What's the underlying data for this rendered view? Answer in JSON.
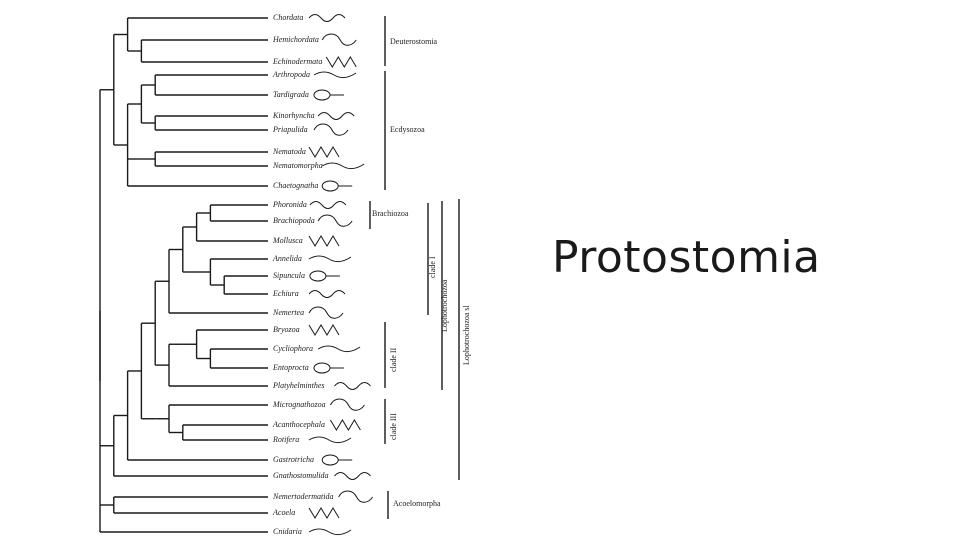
{
  "slide": {
    "title": "Protostomia"
  },
  "taxa": [
    {
      "name": "Chordata",
      "icon": "bat-icon"
    },
    {
      "name": "Hemichordata",
      "icon": "acorn-worm-icon"
    },
    {
      "name": "Echinodermata",
      "icon": "starfish-icon"
    },
    {
      "name": "Arthropoda",
      "icon": "arthropod-icon"
    },
    {
      "name": "Tardigrada",
      "icon": "tardigrade-icon"
    },
    {
      "name": "Kinorhyncha",
      "icon": "kinorhynch-icon"
    },
    {
      "name": "Priapulida",
      "icon": "priapulid-icon"
    },
    {
      "name": "Nematoda",
      "icon": "nematode-icon"
    },
    {
      "name": "Nematomorpha",
      "icon": "horsehair-worm-icon"
    },
    {
      "name": "Chaetognatha",
      "icon": "arrow-worm-icon"
    },
    {
      "name": "Phoronida",
      "icon": "phoronid-icon"
    },
    {
      "name": "Brachiopoda",
      "icon": "brachiopod-icon"
    },
    {
      "name": "Mollusca",
      "icon": "squid-icon"
    },
    {
      "name": "Annelida",
      "icon": "annelid-icon"
    },
    {
      "name": "Sipuncula",
      "icon": "sipunculid-icon"
    },
    {
      "name": "Echiura",
      "icon": "echiuran-icon"
    },
    {
      "name": "Nemertea",
      "icon": "ribbon-worm-icon"
    },
    {
      "name": "Bryozoa",
      "icon": "bryozoan-icon"
    },
    {
      "name": "Cycliophora",
      "icon": "cycliophoran-icon"
    },
    {
      "name": "Entoprocta",
      "icon": "entoproct-icon"
    },
    {
      "name": "Platyhelminthes",
      "icon": "flatworm-icon"
    },
    {
      "name": "Micrognathozoa",
      "icon": "micrognathozoan-icon"
    },
    {
      "name": "Acanthocephala",
      "icon": "spiny-headed-worm-icon"
    },
    {
      "name": "Rotifera",
      "icon": "rotifer-icon"
    },
    {
      "name": "Gastrotricha",
      "icon": "gastrotrich-icon"
    },
    {
      "name": "Gnathostomulida",
      "icon": "jaw-worm-icon"
    },
    {
      "name": "Nemertodermatida",
      "icon": "nemertodermatid-icon"
    },
    {
      "name": "Acoela",
      "icon": "acoel-icon"
    },
    {
      "name": "Cnidaria",
      "icon": "jellyfish-icon"
    }
  ],
  "groups": {
    "deuterostomia": "Deuterostomia",
    "ecdysozoa": "Ecdysozoa",
    "brachiozoa": "Brachiozoa",
    "clade_i": "clade I",
    "clade_ii": "clade II",
    "clade_iii": "clade III",
    "lophotrochozoa": "Lophotrochozoa",
    "lophotrochozoa_sl": "Lophotrochozoa sl",
    "acoelomorpha": "Acoelomorpha"
  }
}
